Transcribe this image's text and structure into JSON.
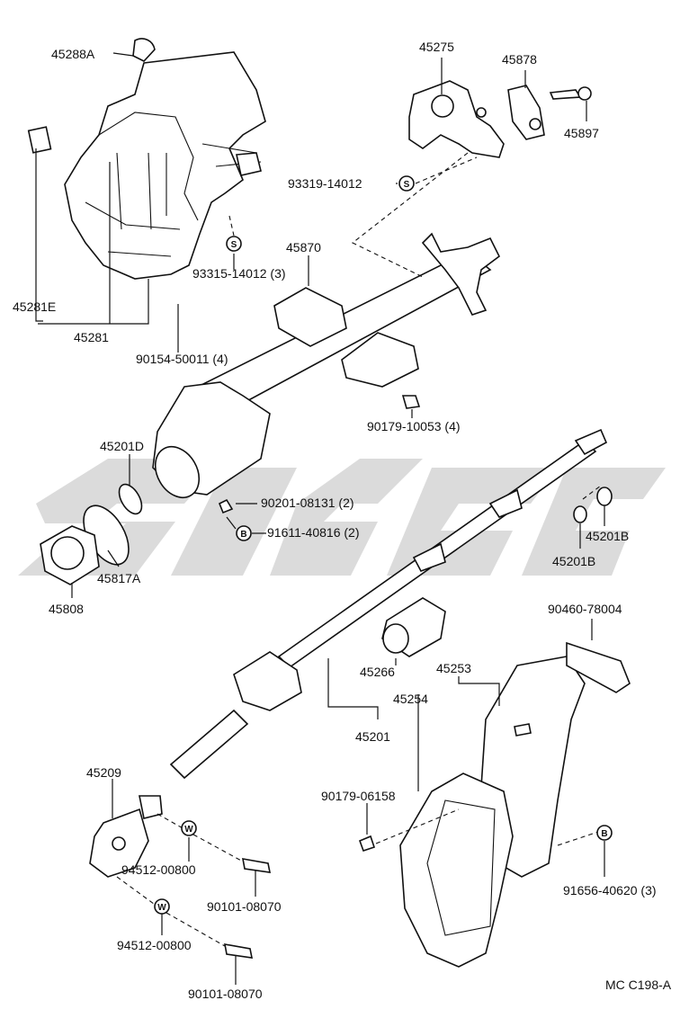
{
  "labels": {
    "p45288A": "45288A",
    "p45275": "45275",
    "p45878": "45878",
    "p45897": "45897",
    "p93319": "93319-14012",
    "p93315": "93315-14012 (3)",
    "p45870": "45870",
    "p45281E": "45281E",
    "p45281": "45281",
    "p90154": "90154-50011 (4)",
    "p90179a": "90179-10053 (4)",
    "p45201D": "45201D",
    "p90201": "90201-08131 (2)",
    "p91611": "91611-40816 (2)",
    "p45201B_1": "45201B",
    "p45201B_2": "45201B",
    "p45808": "45808",
    "p45817A": "45817A",
    "p90460": "90460-78004",
    "p45266": "45266",
    "p45253": "45253",
    "p45254": "45254",
    "p45201": "45201",
    "p45209": "45209",
    "p90179b": "90179-06158",
    "p94512a": "94512-00800",
    "p90101a": "90101-08070",
    "p94512b": "94512-00800",
    "p90101b": "90101-08070",
    "p91656": "91656-40620 (3)",
    "footer": "MC C198-A"
  },
  "symbols": {
    "s1": "S",
    "s2": "S",
    "b1": "B",
    "b2": "B",
    "w1": "W",
    "w2": "W"
  }
}
